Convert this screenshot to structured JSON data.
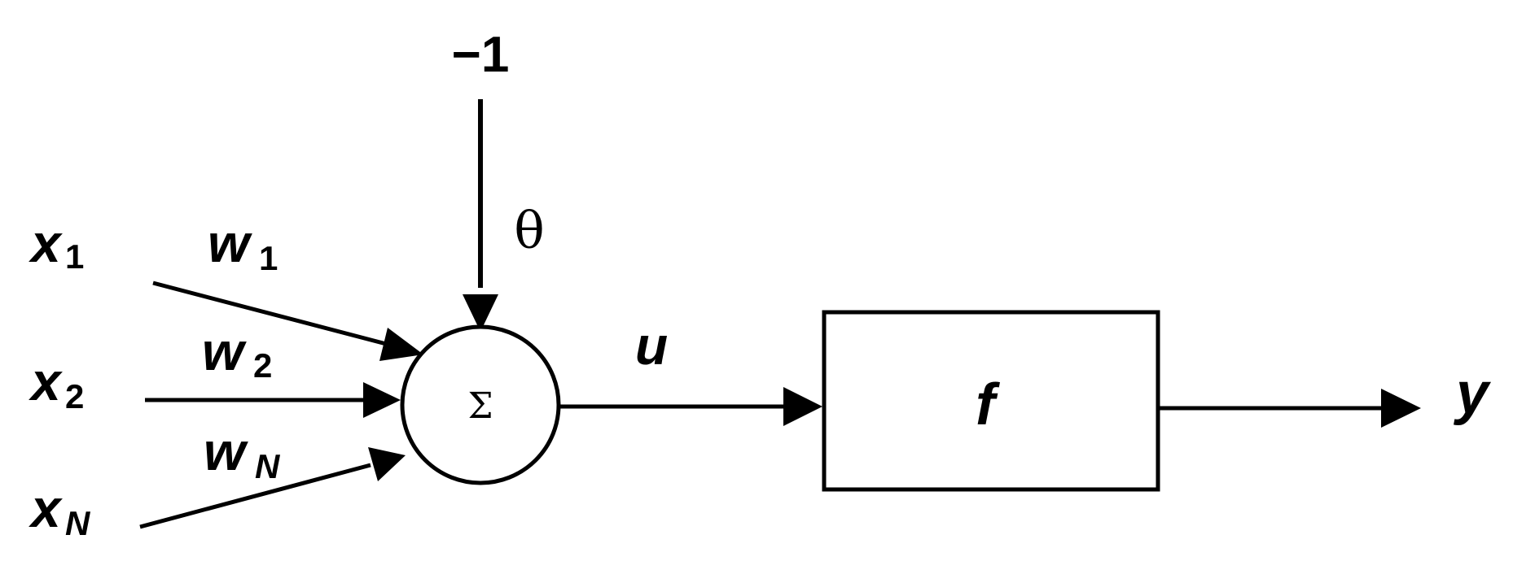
{
  "inputs": [
    {
      "var": "x",
      "sub": "1"
    },
    {
      "var": "x",
      "sub": "2"
    },
    {
      "var": "x",
      "sub": "N"
    }
  ],
  "weights": [
    {
      "var": "w",
      "sub": "1"
    },
    {
      "var": "w",
      "sub": "2"
    },
    {
      "var": "w",
      "sub": "N"
    }
  ],
  "bias": {
    "input": "−1",
    "symbol": "θ"
  },
  "summation": {
    "symbol": "Σ"
  },
  "activation": {
    "input_label": "u",
    "function": "f",
    "output_label": "y"
  },
  "colors": {
    "stroke": "#000000",
    "background": "#ffffff"
  }
}
